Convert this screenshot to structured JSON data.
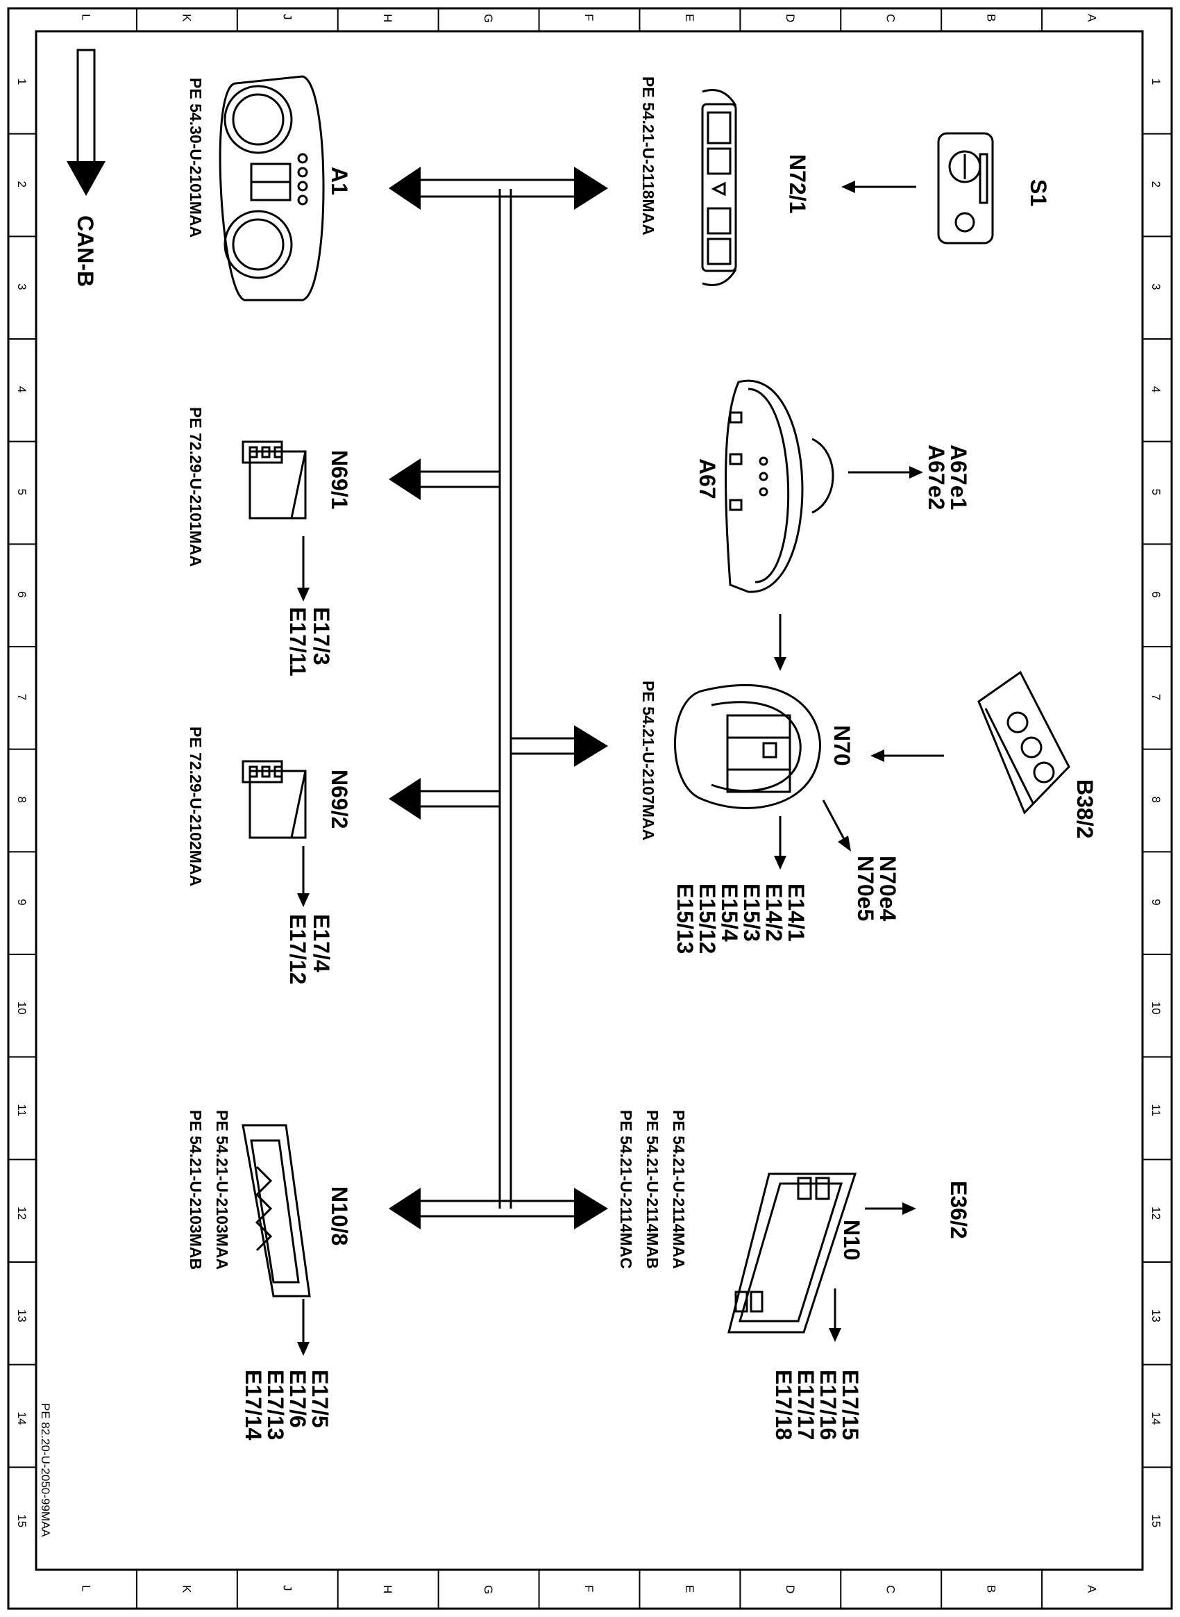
{
  "grid": {
    "letters": [
      "L",
      "K",
      "J",
      "H",
      "G",
      "F",
      "E",
      "D",
      "C",
      "B",
      "A"
    ],
    "numbers": [
      "1",
      "2",
      "3",
      "4",
      "5",
      "6",
      "7",
      "8",
      "9",
      "10",
      "11",
      "12",
      "13",
      "14",
      "15"
    ]
  },
  "bus": {
    "label": "CAN-B"
  },
  "components": {
    "S1": "S1",
    "N72_1": {
      "label": "N72/1",
      "ref": "PE  54.21-U-2118MAA"
    },
    "A1": {
      "label": "A1",
      "ref": "PE  54.30-U-2101MAA"
    },
    "A67": {
      "label": "A67",
      "outputs": [
        "A67e1",
        "A67e2"
      ]
    },
    "N69_1": {
      "label": "N69/1",
      "ref": "PE  72.29-U-2101MAA",
      "outputs": [
        "E17/3",
        "E17/11"
      ]
    },
    "N70": {
      "label": "N70",
      "ref": "PE  54.21-U-2107MAA",
      "outputs_lamps": [
        "N70e4",
        "N70e5"
      ],
      "outputs": [
        "E14/1",
        "E14/2",
        "E15/3",
        "E15/4",
        "E15/12",
        "E15/13"
      ]
    },
    "B38_2": "B38/2",
    "N69_2": {
      "label": "N69/2",
      "ref": "PE  72.29-U-2102MAA",
      "outputs": [
        "E17/4",
        "E17/12"
      ]
    },
    "N10": {
      "label": "N10",
      "refs": [
        "PE  54.21-U-2114MAA",
        "PE  54.21-U-2114MAB",
        "PE  54.21-U-2114MAC"
      ],
      "output_top": "E36/2",
      "outputs": [
        "E17/15",
        "E17/16",
        "E17/17",
        "E17/18"
      ]
    },
    "N10_8": {
      "label": "N10/8",
      "refs": [
        "PE  54.21-U-2103MAA",
        "PE  54.21-U-2103MAB"
      ],
      "outputs": [
        "E17/5",
        "E17/6",
        "E17/13",
        "E17/14"
      ]
    }
  },
  "footer": {
    "doc_ref": "PE 82.20-U-2050-99MAA"
  }
}
